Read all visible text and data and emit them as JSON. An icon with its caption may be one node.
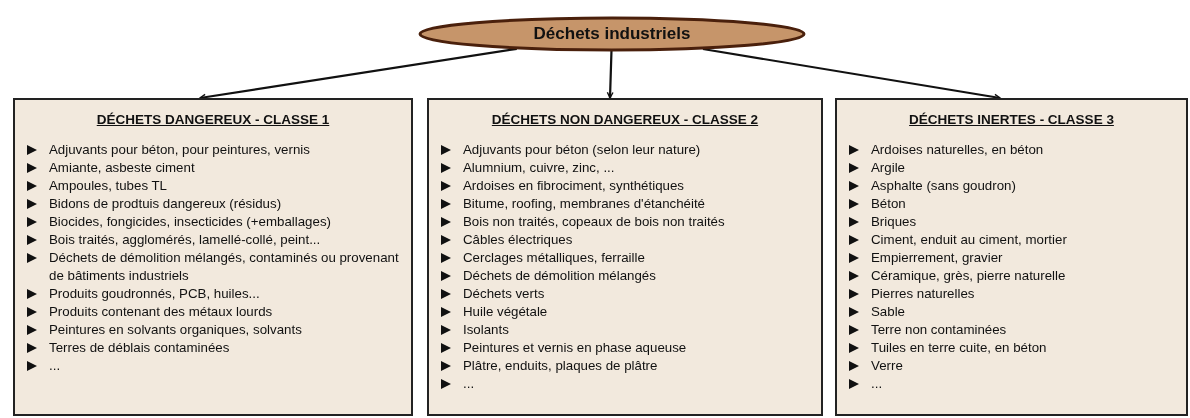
{
  "diagram": {
    "nodes": [
      {
        "text": [
          "Déchets industriels"
        ]
      },
      {
        "text": [
          "DÉCHETS DANGEREUX - CLASSE 1",
          "Adjuvants pour béton, pour peintures, vernis",
          "Amiante, asbeste ciment",
          "Ampoules, tubes TL",
          "Bidons de prodtuis dangereux (résidus)",
          "Biocides, fongicides, insecticides (+emballages)",
          "Bois traités, agglomérés, lamellé-collé, peint...",
          "Déchets de démolition mélangés, contaminés ou provenant de bâtiments industriels",
          "Produits goudronnés, PCB, huiles...",
          "Produits contenant des métaux lourds",
          "Peintures en solvants organiques, solvants",
          "Terres de déblais contaminées",
          "..."
        ]
      },
      {
        "text": [
          "DÉCHETS NON DANGEREUX - CLASSE 2",
          "Adjuvants pour béton (selon leur nature)",
          "Alumnium, cuivre, zinc, ...",
          "Ardoises en fibrociment, synthétiques",
          "Bitume, roofing, membranes d'étanchéité",
          "Bois non traités,  copeaux de bois non traités",
          "Câbles électriques",
          "Cerclages métalliques, ferraille",
          "Déchets de démolition mélangés",
          "Déchets verts",
          "Huile végétale",
          "Isolants",
          "Peintures et vernis en phase aqueuse",
          "Plâtre, enduits, plaques de plâtre",
          "..."
        ]
      },
      {
        "text": [
          "DÉCHETS INERTES - CLASSE 3",
          "Ardoises naturelles, en béton",
          "Argile",
          "Asphalte (sans goudron)",
          "Béton",
          "Briques",
          "Ciment, enduit au ciment, mortier",
          "Empierrement, gravier",
          "Céramique, grès, pierre naturelle",
          "Pierres naturelles",
          "Sable",
          "Terre non contaminées",
          "Tuiles en terre cuite,  en béton",
          "Verre",
          "..."
        ]
      }
    ],
    "edges": [
      {
        "from": 0,
        "to": 1,
        "arrow": "to"
      },
      {
        "from": 0,
        "to": 2,
        "arrow": "to"
      },
      {
        "from": 0,
        "to": 3,
        "arrow": "to"
      }
    ]
  }
}
